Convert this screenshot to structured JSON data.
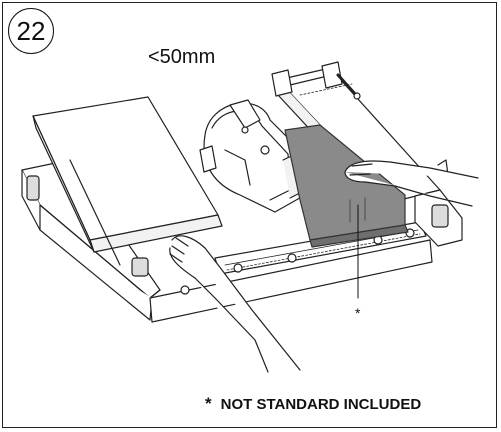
{
  "step": {
    "number": "22"
  },
  "dimension": {
    "text": "<50mm"
  },
  "callout": {
    "marker": "*"
  },
  "footnote": {
    "marker": "*",
    "text": "NOT STANDARD INCLUDED"
  }
}
